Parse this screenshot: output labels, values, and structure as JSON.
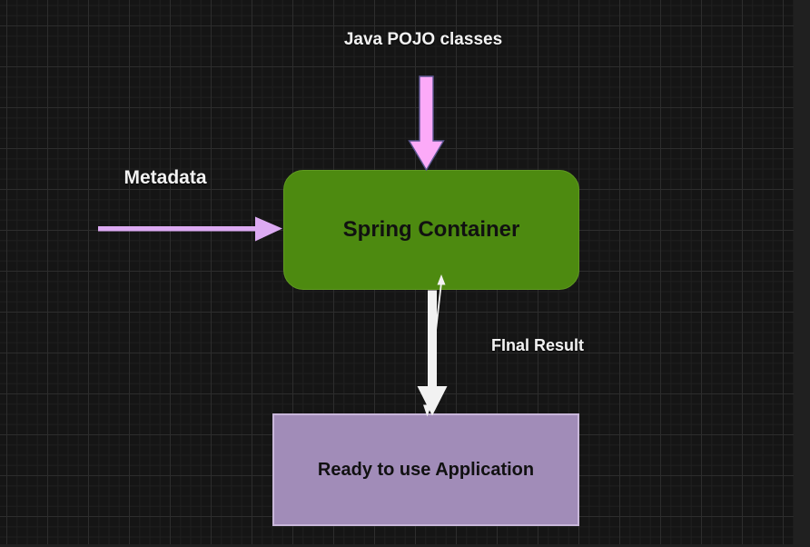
{
  "canvas": {
    "type": "diagram-editor-dark-grid"
  },
  "theme": {
    "bg_outside": "#202020",
    "bg_page": "#151515",
    "grid_minor": "#1f1f1f",
    "grid_major": "#2d2d2d",
    "green_fill": "#4d8a10",
    "green_stroke": "#5f9a20",
    "purple_fill": "#a18cb8",
    "purple_stroke": "#c9b7da",
    "pink_fill": "#fcaaf8",
    "pink_stroke": "#5b5690",
    "violet_fill": "#dcaaf2",
    "white_arrow": "#f2f2f2",
    "label_color": "#f2f2f2",
    "node_text": "#111111"
  },
  "nodes": {
    "spring_container": {
      "label": "Spring Container"
    },
    "ready_application": {
      "label": "Ready to use Application"
    }
  },
  "labels": {
    "java_pojo": {
      "text": "Java POJO classes"
    },
    "metadata": {
      "text": "Metadata"
    },
    "final_result": {
      "text": "FInal Result"
    }
  },
  "arrows": {
    "pojo_to_container": {
      "direction": "down",
      "style": "fat-block-arrow"
    },
    "metadata_to_container": {
      "direction": "right",
      "style": "block-arrow"
    },
    "container_to_app_thick": {
      "direction": "down",
      "style": "fat-block-arrow"
    },
    "container_to_app_thin": {
      "direction": "both",
      "style": "thin-line-arrow"
    }
  }
}
